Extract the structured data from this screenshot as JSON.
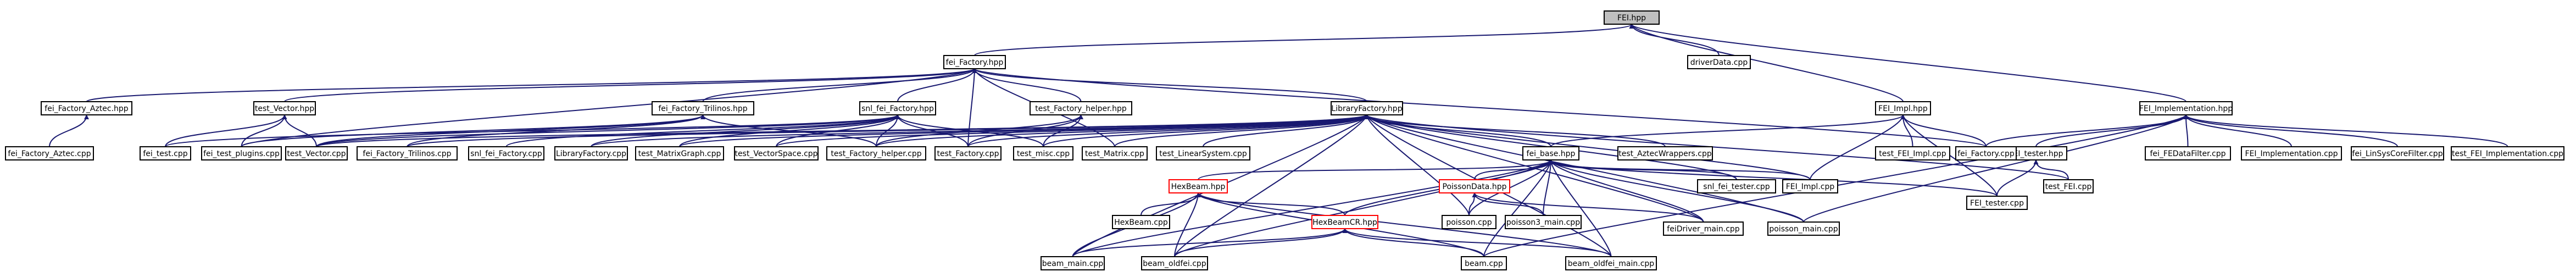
{
  "diagram": {
    "nodes": [
      {
        "id": "fei",
        "label": "FEI.hpp",
        "root": true
      },
      {
        "id": "driver",
        "label": "driverData.cpp"
      },
      {
        "id": "factory_hpp",
        "label": "fei_Factory.hpp"
      },
      {
        "id": "fei_impl_hpp",
        "label": "FEI_Impl.hpp"
      },
      {
        "id": "fei_implementation_hpp",
        "label": "FEI_Implementation.hpp"
      },
      {
        "id": "aztec_hpp",
        "label": "fei_Factory_Aztec.hpp"
      },
      {
        "id": "test_vector_hpp",
        "label": "test_Vector.hpp"
      },
      {
        "id": "trilinos_hpp",
        "label": "fei_Factory_Trilinos.hpp"
      },
      {
        "id": "snl_hpp",
        "label": "snl_fei_Factory.hpp"
      },
      {
        "id": "test_helper_hpp",
        "label": "test_Factory_helper.hpp"
      },
      {
        "id": "libfactory_hpp",
        "label": "LibraryFactory.hpp"
      },
      {
        "id": "fei_tester_hpp",
        "label": "FEI_tester.hpp"
      },
      {
        "id": "aztec_cpp",
        "label": "fei_Factory_Aztec.cpp"
      },
      {
        "id": "fei_test_cpp",
        "label": "fei_test.cpp"
      },
      {
        "id": "plugins_cpp",
        "label": "fei_test_plugins.cpp"
      },
      {
        "id": "test_vector_cpp",
        "label": "test_Vector.cpp"
      },
      {
        "id": "trilinos_cpp",
        "label": "fei_Factory_Trilinos.cpp"
      },
      {
        "id": "snl_cpp",
        "label": "snl_fei_Factory.cpp"
      },
      {
        "id": "libfactory_cpp",
        "label": "LibraryFactory.cpp"
      },
      {
        "id": "matrixgraph_cpp",
        "label": "test_MatrixGraph.cpp"
      },
      {
        "id": "vectorspace_cpp",
        "label": "test_VectorSpace.cpp"
      },
      {
        "id": "test_helper_cpp",
        "label": "test_Factory_helper.cpp"
      },
      {
        "id": "test_factory_cpp",
        "label": "test_Factory.cpp"
      },
      {
        "id": "test_misc_cpp",
        "label": "test_misc.cpp"
      },
      {
        "id": "test_matrix_cpp",
        "label": "test_Matrix.cpp"
      },
      {
        "id": "linsys_cpp",
        "label": "test_LinearSystem.cpp"
      },
      {
        "id": "base_hpp",
        "label": "fei_base.hpp"
      },
      {
        "id": "aztecwrap_cpp",
        "label": "test_AztecWrappers.cpp"
      },
      {
        "id": "test_fei_impl_cpp",
        "label": "test_FEI_Impl.cpp"
      },
      {
        "id": "fei_factory_cpp",
        "label": "fei_Factory.cpp"
      },
      {
        "id": "fedatafilter_cpp",
        "label": "fei_FEDataFilter.cpp"
      },
      {
        "id": "fei_implementation_cpp",
        "label": "FEI_Implementation.cpp"
      },
      {
        "id": "linsyscore_cpp",
        "label": "fei_LinSysCoreFilter.cpp"
      },
      {
        "id": "test_fei_implementation_cpp",
        "label": "test_FEI_Implementation.cpp"
      },
      {
        "id": "hexbeam_hpp",
        "label": "HexBeam.hpp",
        "missing": true
      },
      {
        "id": "poissondata_hpp",
        "label": "PoissonData.hpp",
        "missing": true
      },
      {
        "id": "snl_fei_tester_cpp",
        "label": "snl_fei_tester.cpp"
      },
      {
        "id": "fei_impl_cpp",
        "label": "FEI_Impl.cpp"
      },
      {
        "id": "fei_tester_cpp",
        "label": "FEI_tester.cpp"
      },
      {
        "id": "test_fei_cpp",
        "label": "test_FEI.cpp"
      },
      {
        "id": "hexbeam_cpp",
        "label": "HexBeam.cpp"
      },
      {
        "id": "hexbeamcr_hpp",
        "label": "HexBeamCR.hpp",
        "missing": true
      },
      {
        "id": "poisson_cpp",
        "label": "poisson.cpp"
      },
      {
        "id": "poisson3_cpp",
        "label": "poisson3_main.cpp"
      },
      {
        "id": "fedriver_cpp",
        "label": "feiDriver_main.cpp"
      },
      {
        "id": "poisson_main_cpp",
        "label": "poisson_main.cpp"
      },
      {
        "id": "beam_main_cpp",
        "label": "beam_main.cpp"
      },
      {
        "id": "beam_oldfei_cpp",
        "label": "beam_oldfei.cpp"
      },
      {
        "id": "beam_cpp",
        "label": "beam.cpp"
      },
      {
        "id": "beam_oldfei_main_cpp",
        "label": "beam_oldfei_main.cpp"
      }
    ]
  }
}
